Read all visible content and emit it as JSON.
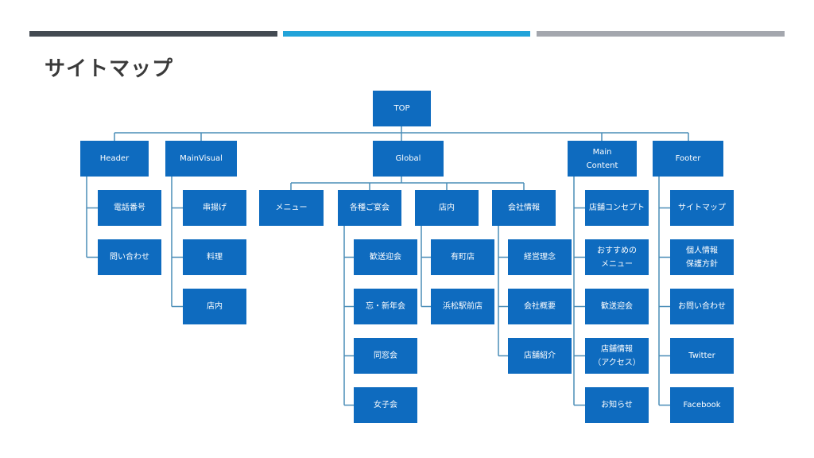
{
  "page_title": "サイトマップ",
  "colors": {
    "node": "#0E6BBF",
    "line": "#4A8DB7",
    "bar_dark": "#434A52",
    "bar_blue": "#22A3D9",
    "bar_gray": "#A4A7AE"
  },
  "nodes": {
    "top": "TOP",
    "header": "Header",
    "mainvisual": "MainVisual",
    "global": "Global",
    "main_content": "Main\nContent",
    "footer": "Footer",
    "header_phone": "電話番号",
    "header_contact": "問い合わせ",
    "mv_kushiage": "串揚げ",
    "mv_ryori": "料理",
    "mv_tennai": "店内",
    "global_menu": "メニュー",
    "global_party": "各種ご宴会",
    "global_store": "店内",
    "global_company": "会社情報",
    "party_kanso": "歓送迎会",
    "party_bonen": "忘・新年会",
    "party_dosokai": "同窓会",
    "party_joshikai": "女子会",
    "store_arimachi": "有町店",
    "store_hamamatsu": "浜松駅前店",
    "company_philosophy": "経営理念",
    "company_overview": "会社概要",
    "company_stores": "店舗紹介",
    "mc_concept": "店舗コンセプト",
    "mc_recommend": "おすすめの\nメニュー",
    "mc_kanso": "歓送迎会",
    "mc_access": "店舗情報\n（アクセス）",
    "mc_news": "お知らせ",
    "footer_sitemap": "サイトマップ",
    "footer_privacy": "個人情報\n保護方針",
    "footer_contact": "お問い合わせ",
    "footer_twitter": "Twitter",
    "footer_facebook": "Facebook"
  }
}
